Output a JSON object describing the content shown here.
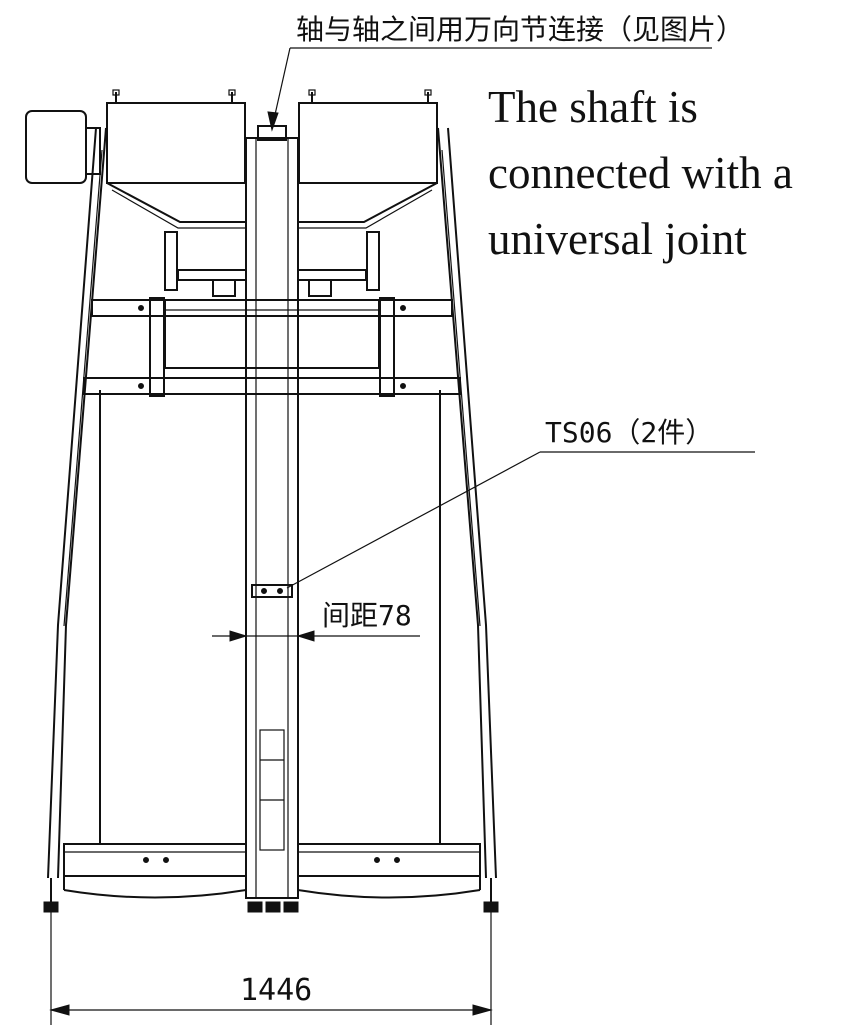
{
  "annotations": {
    "top_note_cn": "轴与轴之间用万向节连接（见图片）",
    "english_note_lines": [
      "The shaft is",
      "connected with a",
      "universal joint"
    ],
    "part_label": "TS06（2件）",
    "spacing_label": "间距78",
    "overall_width": "1446"
  }
}
